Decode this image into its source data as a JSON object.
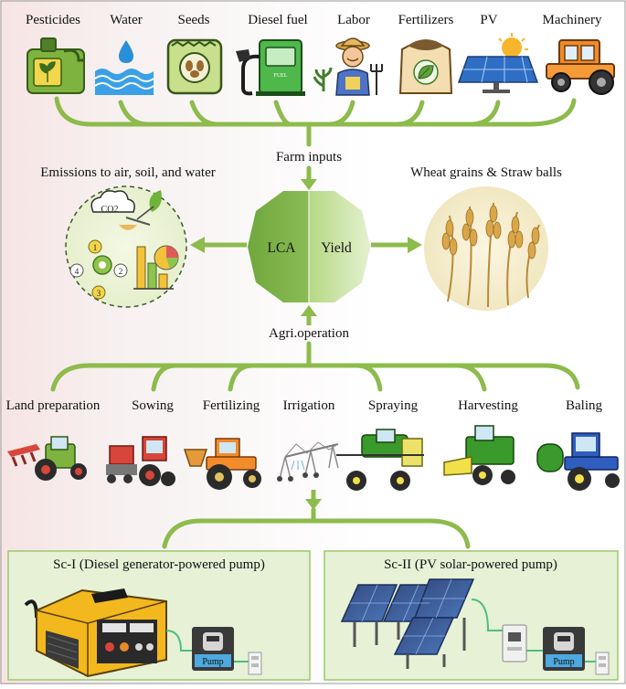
{
  "farm_inputs": {
    "items": [
      {
        "label": "Pesticides",
        "icon": "pesticide-bottle-icon"
      },
      {
        "label": "Water",
        "icon": "water-icon"
      },
      {
        "label": "Seeds",
        "icon": "seeds-bag-icon"
      },
      {
        "label": "Diesel fuel",
        "icon": "fuel-pump-icon"
      },
      {
        "label": "Labor",
        "icon": "farmer-icon"
      },
      {
        "label": "Fertilizers",
        "icon": "fertilizer-bag-icon"
      },
      {
        "label": "PV",
        "icon": "solar-panel-icon"
      },
      {
        "label": "Machinery",
        "icon": "tractor-icon"
      }
    ],
    "label": "Farm inputs"
  },
  "center": {
    "left": "LCA",
    "right": "Yield"
  },
  "emissions": {
    "label": "Emissions to air, soil, and water",
    "co2_text": "CO2",
    "cycle_steps": [
      "1",
      "2",
      "3",
      "4"
    ]
  },
  "output": {
    "label": "Wheat grains & Straw balls"
  },
  "agri": {
    "label": "Agri.operation",
    "operations": [
      {
        "label": "Land preparation",
        "icon": "plough-tractor-icon"
      },
      {
        "label": "Sowing",
        "icon": "seeder-tractor-icon"
      },
      {
        "label": "Fertilizing",
        "icon": "spreader-tractor-icon"
      },
      {
        "label": "Irrigation",
        "icon": "pivot-irrigation-icon"
      },
      {
        "label": "Spraying",
        "icon": "sprayer-icon"
      },
      {
        "label": "Harvesting",
        "icon": "combine-harvester-icon"
      },
      {
        "label": "Baling",
        "icon": "baler-tractor-icon"
      }
    ]
  },
  "scenarios": [
    {
      "title": "Sc-I (Diesel generator-powered pump)",
      "pump_label": "Pump",
      "power_icon": "diesel-generator-icon"
    },
    {
      "title": "Sc-II (PV solar-powered pump)",
      "pump_label": "Pump",
      "power_icon": "solar-array-icon"
    }
  ],
  "colors": {
    "accent_green": "#8dbb4c",
    "panel_fill": "#e6f1d6",
    "panel_border": "#9cc86c"
  }
}
